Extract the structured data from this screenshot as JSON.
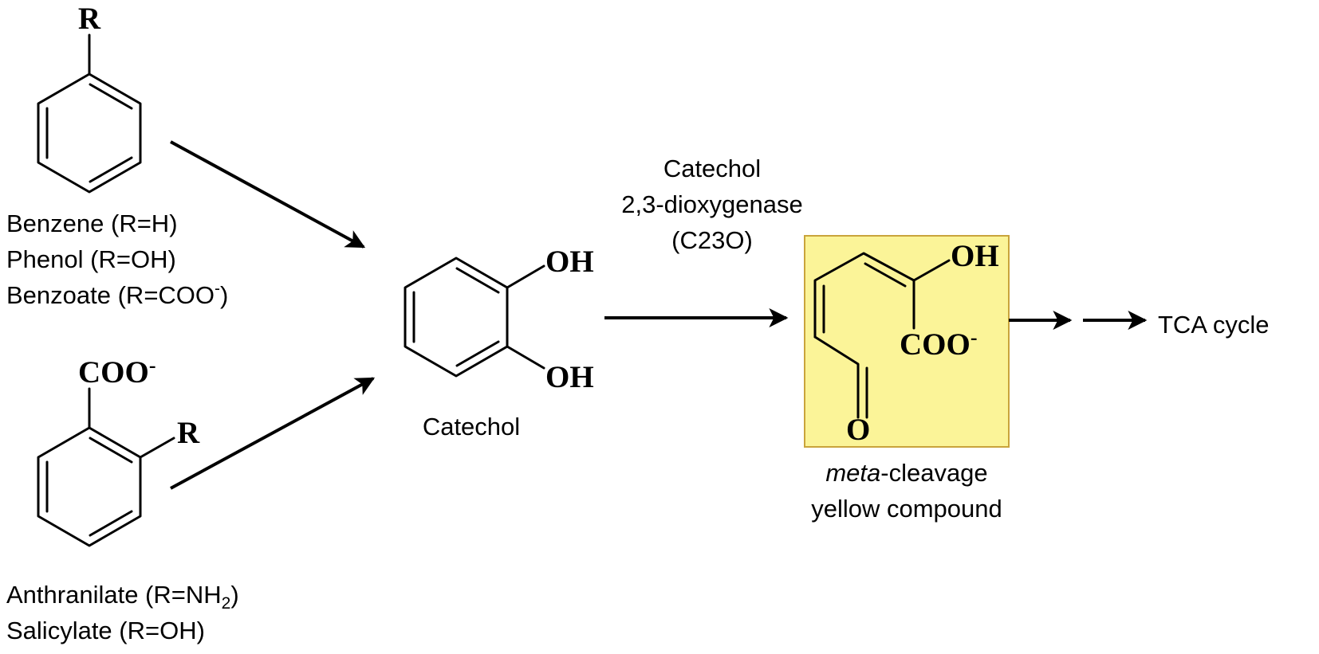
{
  "benzene_group": {
    "substituent": "R",
    "line1": "Benzene (R=H)",
    "line2": "Phenol (R=OH)",
    "line3_main": "Benzoate (R=COO",
    "line3_sup": "-",
    "line3_end": ")"
  },
  "benzoate_group": {
    "carboxylate": "COO",
    "carboxylate_charge": "-",
    "substituent": "R",
    "line1_main": "Anthranilate (R=NH",
    "line1_sub": "2",
    "line1_end": ")",
    "line2": "Salicylate (R=OH)"
  },
  "catechol": {
    "oh_top": "OH",
    "oh_bottom": "OH",
    "label": "Catechol"
  },
  "enzyme": {
    "line1": "Catechol",
    "line2": "2,3-dioxygenase",
    "line3": "(C23O)"
  },
  "product": {
    "oh": "OH",
    "carboxylate": "COO",
    "carboxylate_charge": "-",
    "oxygen": "O",
    "label_italic": "meta",
    "label_rest": "-cleavage",
    "label_line2": "yellow compound",
    "highlight_fill": "#fbf498",
    "highlight_border": "#c9a43c"
  },
  "end": {
    "label": "TCA cycle"
  }
}
